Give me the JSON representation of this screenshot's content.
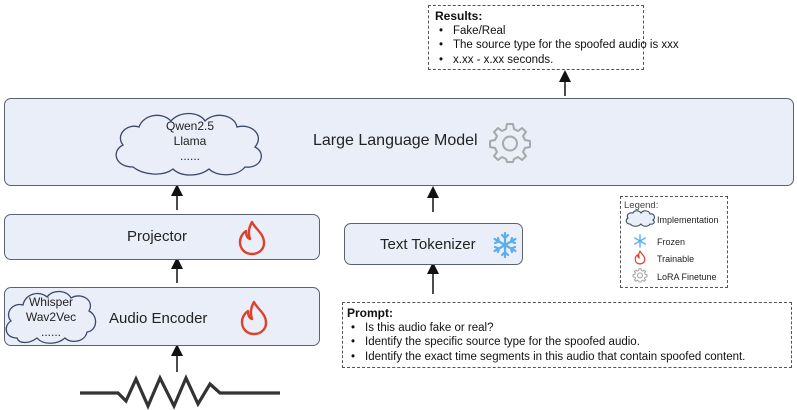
{
  "results": {
    "title": "Results:",
    "items": [
      "Fake/Real",
      "The source type for the spoofed audio is xxx",
      "x.xx - x.xx seconds."
    ]
  },
  "llm": {
    "label": "Large Language Model",
    "cloud_lines": [
      "Qwen2.5",
      "Llama",
      "......"
    ]
  },
  "projector": {
    "label": "Projector"
  },
  "audio_encoder": {
    "label": "Audio Encoder",
    "cloud_lines": [
      "Whisper",
      "Wav2Vec",
      "......"
    ]
  },
  "text_tokenizer": {
    "label": "Text Tokenizer"
  },
  "legend": {
    "title": "Legend:",
    "items": [
      "Implementation",
      "Frozen",
      "Trainable",
      "LoRA Finetune"
    ]
  },
  "prompt": {
    "title": "Prompt:",
    "items": [
      "Is this audio fake or real?",
      "Identify the specific source type for the spoofed audio.",
      "Identify the exact time segments in this audio that contain spoofed content."
    ]
  },
  "colors": {
    "box_fill": "#e9eef8",
    "box_border": "#5a6270",
    "flame": "#e0402a",
    "snowflake": "#5aaeea",
    "gear": "#a8a8a8",
    "cloud_fill": "#e9eef8",
    "cloud_stroke": "#3a4a66"
  },
  "icons": [
    "flame-icon",
    "snowflake-icon",
    "gear-icon",
    "cloud-icon",
    "waveform-icon"
  ]
}
